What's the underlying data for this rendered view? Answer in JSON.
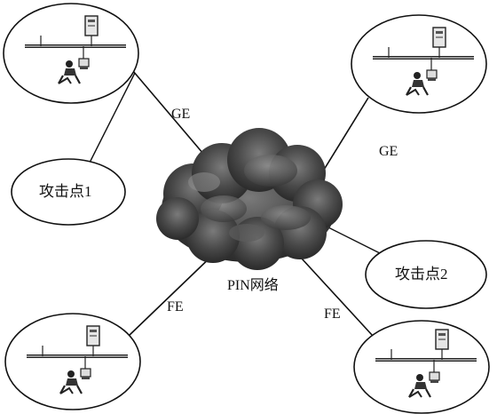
{
  "diagram": {
    "network_label": "PIN网络",
    "links": {
      "top_left": "GE",
      "top_right": "GE",
      "bottom_left": "FE",
      "bottom_right": "FE"
    },
    "attack_points": {
      "one": "攻击点1",
      "two": "攻击点2"
    }
  }
}
